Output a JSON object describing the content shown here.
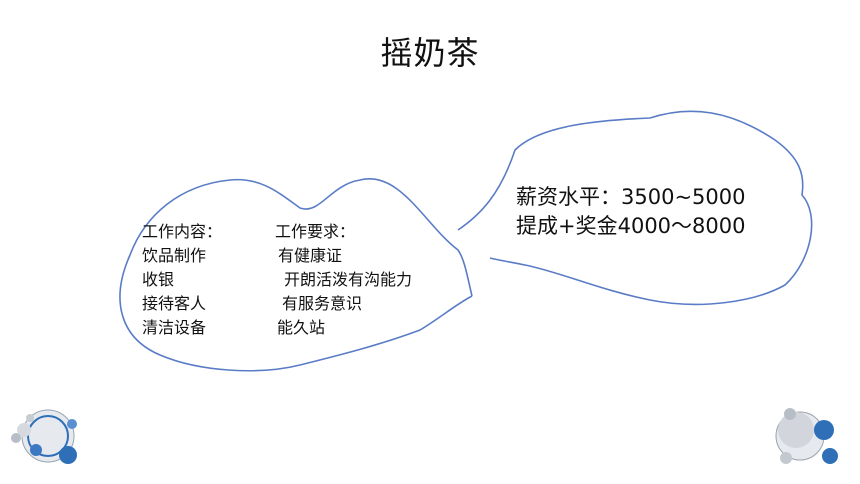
{
  "slide": {
    "title": "摇奶茶",
    "left_bubble": {
      "content_header": "工作内容：",
      "content_items": [
        "饮品制作",
        "收银",
        "接待客人",
        "清洁设备"
      ],
      "requirements_header": "工作要求：",
      "requirements_items": [
        "有健康证",
        "开朗活泼有沟能力",
        "有服务意识",
        "能久站"
      ]
    },
    "right_bubble": {
      "salary_line": "薪资水平：3500~5000",
      "bonus_line": "提成+奖金4000～8000"
    }
  },
  "colors": {
    "outline": "#5a7cc6",
    "logo_blue": "#2f6fb8",
    "logo_grey": "#cfd3d9"
  },
  "icons": [
    "bubble-logo-icon",
    "bubble-logo-icon"
  ]
}
